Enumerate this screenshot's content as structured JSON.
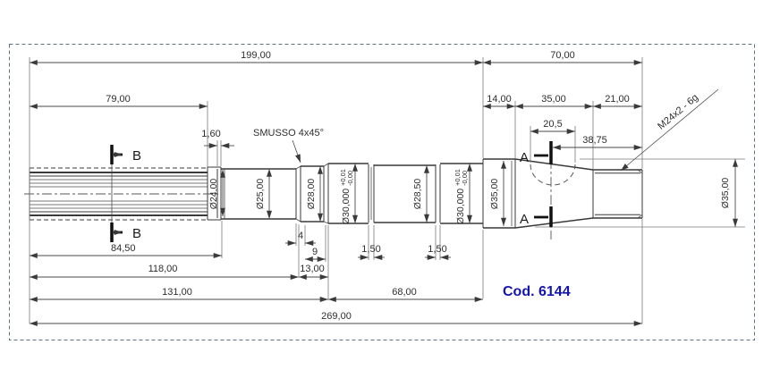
{
  "drawing": {
    "notes": {
      "chamfer": "SMUSSO 4x45°",
      "thread": "M24x2 - 6g",
      "code": "Cod. 6144"
    },
    "sections": {
      "a": "A",
      "b": "B"
    },
    "dims": {
      "d199": "199,00",
      "d70": "70,00",
      "d79": "79,00",
      "d14": "14,00",
      "d35": "35,00",
      "d21": "21,00",
      "d20_5": "20,5",
      "d38_75": "38,75",
      "d1_60": "1,60",
      "d84_50": "84,50",
      "d118": "118,00",
      "d13": "13,00",
      "d9": "9",
      "d4": "4",
      "d131": "131,00",
      "d68": "68,00",
      "d269": "269,00",
      "d1_50_first": "1,50",
      "d1_50_second": "1,50"
    },
    "diameters": {
      "d24": "Ø24,00",
      "d25": "Ø25,00",
      "d28": "Ø28,00",
      "d30_first": "Ø30,000",
      "tol_plus": "+0,01",
      "tol_minus": "-0,00",
      "d28_50": "Ø28,50",
      "d30_second": "Ø30,000",
      "d35": "Ø35,00",
      "d35_end": "Ø35,00"
    },
    "colors": {
      "code_text": "#1414b0"
    }
  }
}
